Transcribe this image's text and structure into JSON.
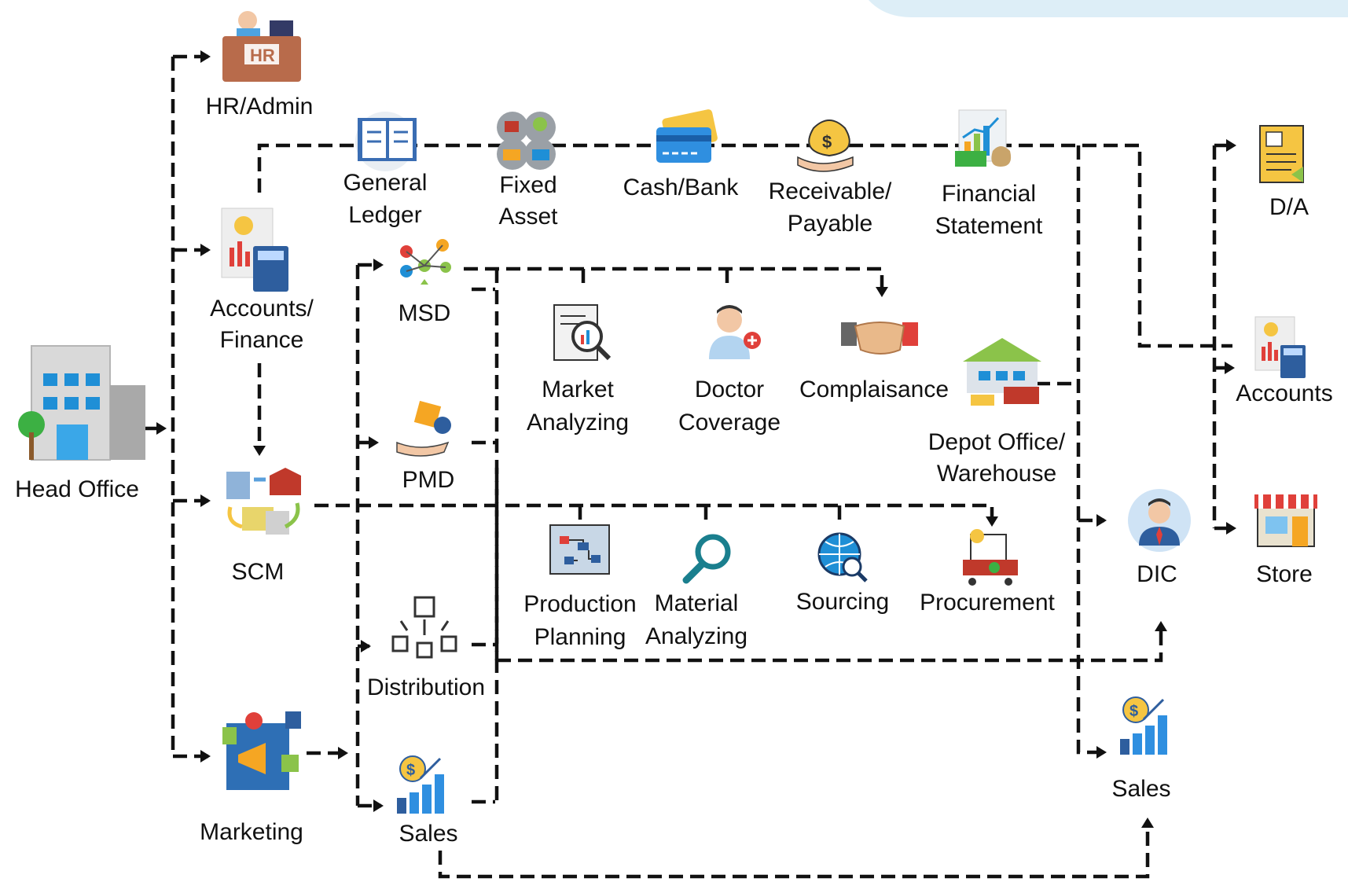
{
  "title": "",
  "colors": {
    "line": "#111111",
    "deco": "#ddeef7",
    "background": "#ffffff"
  },
  "nodes": {
    "head_office": {
      "label": "Head Office",
      "icon": "office-building-icon"
    },
    "hr_admin": {
      "label": "HR/Admin",
      "icon": "hr-desk-icon"
    },
    "accounts_finance": {
      "label_1": "Accounts/",
      "label_2": "Finance",
      "icon": "finance-report-calculator-icon"
    },
    "scm": {
      "label": "SCM",
      "icon": "supply-chain-icon"
    },
    "marketing": {
      "label": "Marketing",
      "icon": "megaphone-social-icon"
    },
    "general_ledger": {
      "label_1": "General",
      "label_2": "Ledger",
      "icon": "ledger-book-icon"
    },
    "fixed_asset": {
      "label_1": "Fixed",
      "label_2": "Asset",
      "icon": "fixed-asset-icon"
    },
    "cash_bank": {
      "label": "Cash/Bank",
      "icon": "credit-cards-icon"
    },
    "receivable_payable": {
      "label_1": "Receivable/",
      "label_2": "Payable",
      "icon": "money-bag-hand-icon"
    },
    "financial_statement": {
      "label_1": "Financial",
      "label_2": "Statement",
      "icon": "financial-chart-icon"
    },
    "msd": {
      "label": "MSD",
      "icon": "workflow-nodes-icon"
    },
    "pmd": {
      "label": "PMD",
      "icon": "product-hand-gear-icon"
    },
    "distribution": {
      "label": "Distribution",
      "icon": "distribution-boxes-icon"
    },
    "sales_left": {
      "label": "Sales",
      "icon": "sales-growth-icon"
    },
    "market_analyzing": {
      "label_1": "Market",
      "label_2": "Analyzing",
      "icon": "report-magnifier-icon"
    },
    "doctor_coverage": {
      "label_1": "Doctor",
      "label_2": "Coverage",
      "icon": "doctor-icon"
    },
    "complaisance": {
      "label": "Complaisance",
      "icon": "handshake-icon"
    },
    "depot_office": {
      "label_1": "Depot Office/",
      "label_2": "Warehouse",
      "icon": "warehouse-truck-icon"
    },
    "production_planning": {
      "label_1": "Production",
      "label_2": "Planning",
      "icon": "blueprint-icon"
    },
    "material_analyzing": {
      "label_1": "Material",
      "label_2": "Analyzing",
      "icon": "magnifier-icon"
    },
    "sourcing": {
      "label": "Sourcing",
      "icon": "globe-search-icon"
    },
    "procurement": {
      "label": "Procurement",
      "icon": "cart-invoice-icon"
    },
    "dic": {
      "label": "DIC",
      "icon": "businessman-avatar-icon"
    },
    "sales_right": {
      "label": "Sales",
      "icon": "sales-growth-icon"
    },
    "da": {
      "label": "D/A",
      "icon": "document-icon"
    },
    "accounts": {
      "label": "Accounts",
      "icon": "accounts-report-icon"
    },
    "store": {
      "label": "Store",
      "icon": "storefront-icon"
    }
  }
}
